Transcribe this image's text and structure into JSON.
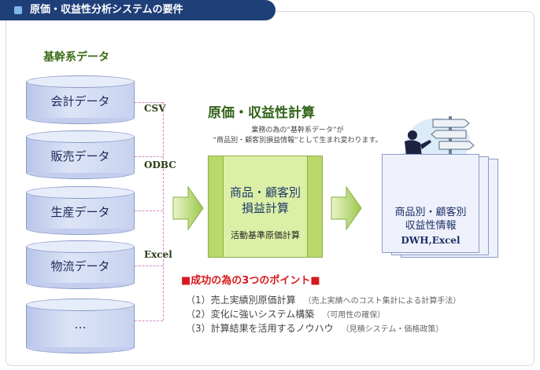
{
  "header": {
    "title": "原価・収益性分析システムの要件"
  },
  "sources": {
    "title": "基幹系データ",
    "items": [
      {
        "label": "会計データ"
      },
      {
        "label": "販売データ"
      },
      {
        "label": "生産データ"
      },
      {
        "label": "物流データ"
      },
      {
        "label": "…"
      }
    ],
    "connectors": [
      "CSV",
      "ODBC",
      "Excel"
    ]
  },
  "process": {
    "title": "原価・収益性計算",
    "note_line1": "業務の為の“基幹系データ”が",
    "note_line2": "“商品別・顧客別損益情報”として生まれ変わります。",
    "box_line1": "商品・顧客別",
    "box_line2": "損益計算",
    "box_sub": "活動基準原価計算"
  },
  "output": {
    "line1": "商品別・顧客別",
    "line2": "収益性情報",
    "line3": "DWH,Excel"
  },
  "points": {
    "heading": "■成功の為の3つのポイント■",
    "items": [
      {
        "main": "（1）売上実績別原価計算",
        "sub": "（売上実績へのコスト集計による計算手法）"
      },
      {
        "main": "（2）変化に強いシステム構築",
        "sub": "（可用性の確保）"
      },
      {
        "main": "（3）計算結果を活用するノウハウ",
        "sub": "（見積システム・価格政策）"
      }
    ]
  },
  "colors": {
    "header_bg": "#1f3f79",
    "accent_green": "#33631a",
    "point_red": "#d7191c"
  }
}
